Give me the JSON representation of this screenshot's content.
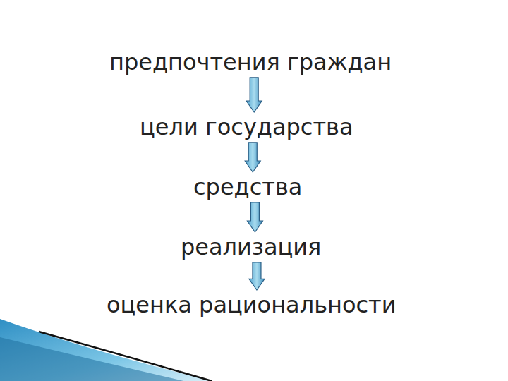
{
  "diagram": {
    "nodes": [
      {
        "text": [
          "предпочтения граждан"
        ]
      },
      {
        "text": [
          "цели государства"
        ]
      },
      {
        "text": [
          "средства"
        ]
      },
      {
        "text": [
          "реализация"
        ]
      },
      {
        "text": [
          "оценка рациональности"
        ]
      }
    ],
    "edges": [
      {
        "from": 0,
        "to": 1,
        "arrow": "to"
      },
      {
        "from": 1,
        "to": 2,
        "arrow": "to"
      },
      {
        "from": 2,
        "to": 3,
        "arrow": "to"
      },
      {
        "from": 3,
        "to": 4,
        "arrow": "to"
      }
    ]
  }
}
